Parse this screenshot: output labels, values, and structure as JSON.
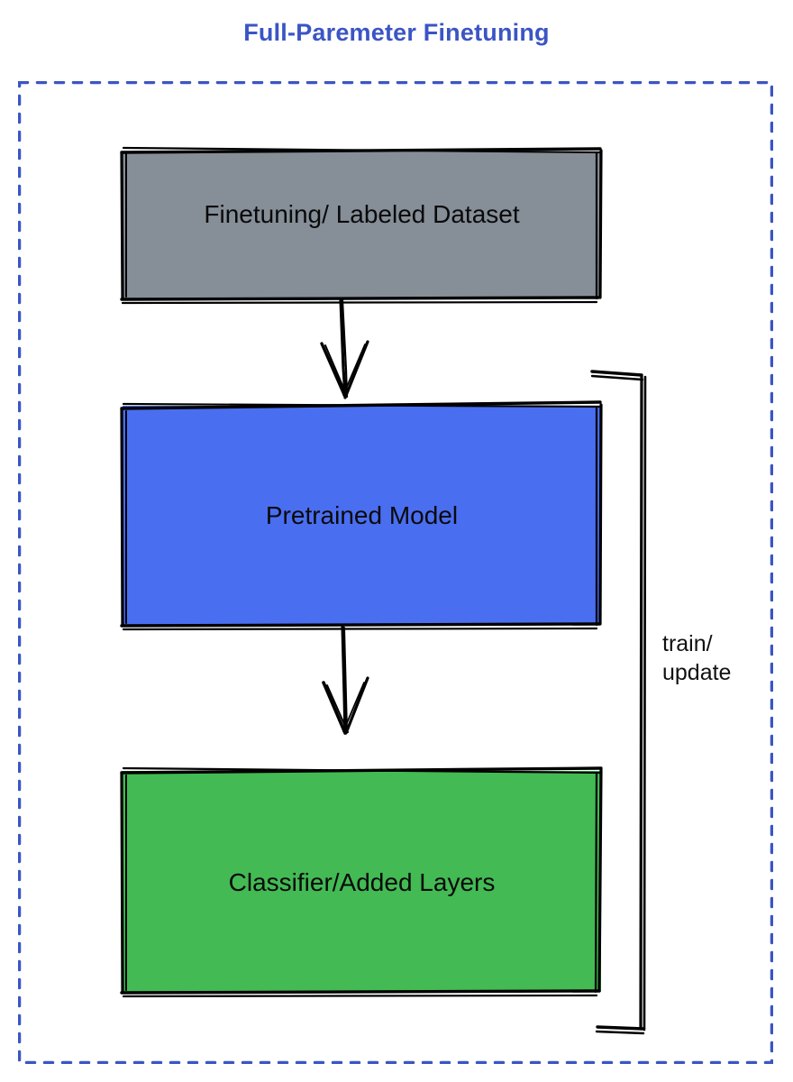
{
  "diagram": {
    "title": "Full-Paremeter Finetuning",
    "title_color": "#3b55c4",
    "frame": {
      "style": "dashed",
      "color": "#3b55c4"
    },
    "nodes": [
      {
        "id": "dataset",
        "label": "Finetuning/ Labeled Dataset",
        "fill": "#868e98",
        "stroke": "#000000",
        "shape": "sketch-rectangle"
      },
      {
        "id": "pretrained",
        "label": "Pretrained Model",
        "fill": "#4a6ef0",
        "stroke": "#000000",
        "shape": "sketch-rectangle"
      },
      {
        "id": "classifier",
        "label": "Classifier/Added Layers",
        "fill": "#43ba54",
        "stroke": "#000000",
        "shape": "sketch-rectangle"
      }
    ],
    "edges": [
      {
        "id": "edge-dataset-pretrained",
        "from": "dataset",
        "to": "pretrained",
        "label": "",
        "arrowhead": "open-v"
      },
      {
        "id": "edge-pretrained-classifier",
        "from": "pretrained",
        "to": "classifier",
        "label": "",
        "arrowhead": "open-v"
      },
      {
        "id": "edge-feedback-loop",
        "from": "classifier",
        "to": "pretrained",
        "label": "train/\nupdate",
        "arrowhead": "none"
      }
    ],
    "loop_label": {
      "line1": "train/",
      "line2": "update"
    }
  }
}
